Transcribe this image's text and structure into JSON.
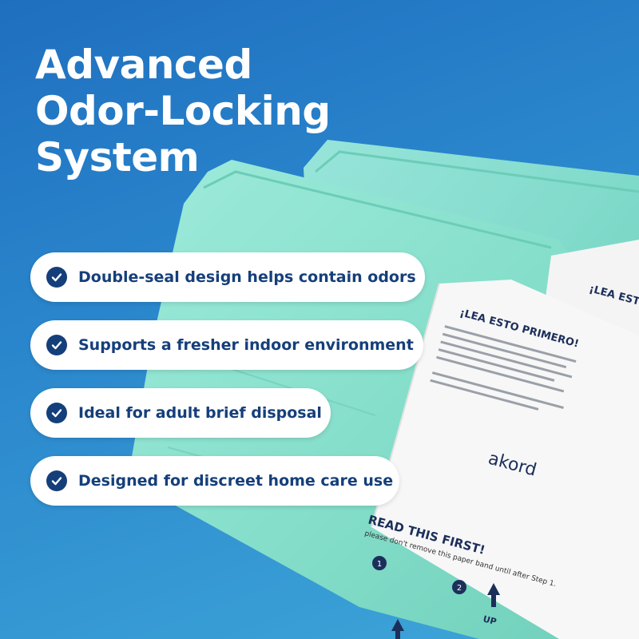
{
  "headline": [
    "Advanced",
    "Odor-Locking",
    "System"
  ],
  "features": [
    "Double-seal design helps contain odors",
    "Supports a fresher indoor environment",
    "Ideal for adult brief disposal",
    "Designed for discreet home care use"
  ],
  "label": {
    "brand": "akord",
    "es_heading": "¡LEA ESTO PRIMERO!",
    "es_heading_back": "¡LEA ESTO",
    "en_heading": "READ THIS FIRST!",
    "en_sub": "please don't remove this paper band until after Step 1.",
    "step1": "1",
    "step2": "2",
    "up": "UP"
  },
  "colors": {
    "background": "#2a86cc",
    "pill_text": "#153f7a",
    "bag": "#8fe3d2"
  }
}
